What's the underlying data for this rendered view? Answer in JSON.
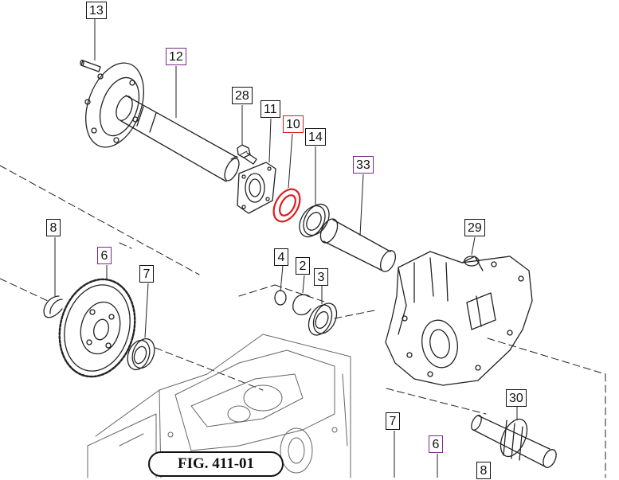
{
  "figure": {
    "label": "FIG. 411-01"
  },
  "colors": {
    "line": "#222222",
    "normal_box": "#111111",
    "purple_box": "#7b2a8c",
    "highlight": "#e0181c"
  },
  "callouts": [
    {
      "id": "c13",
      "text": "13",
      "style": "normal"
    },
    {
      "id": "c12",
      "text": "12",
      "style": "purple"
    },
    {
      "id": "c28",
      "text": "28",
      "style": "normal"
    },
    {
      "id": "c11",
      "text": "11",
      "style": "normal"
    },
    {
      "id": "c10",
      "text": "10",
      "style": "red"
    },
    {
      "id": "c14",
      "text": "14",
      "style": "normal"
    },
    {
      "id": "c33",
      "text": "33",
      "style": "purple"
    },
    {
      "id": "c29",
      "text": "29",
      "style": "normal"
    },
    {
      "id": "c8a",
      "text": "8",
      "style": "normal"
    },
    {
      "id": "c6a",
      "text": "6",
      "style": "purple"
    },
    {
      "id": "c7a",
      "text": "7",
      "style": "normal"
    },
    {
      "id": "c4",
      "text": "4",
      "style": "normal"
    },
    {
      "id": "c2",
      "text": "2",
      "style": "normal"
    },
    {
      "id": "c3",
      "text": "3",
      "style": "normal"
    },
    {
      "id": "c30",
      "text": "30",
      "style": "normal"
    },
    {
      "id": "c7b",
      "text": "7",
      "style": "normal"
    },
    {
      "id": "c6b",
      "text": "6",
      "style": "purple"
    },
    {
      "id": "c8b",
      "text": "8",
      "style": "normal"
    }
  ]
}
